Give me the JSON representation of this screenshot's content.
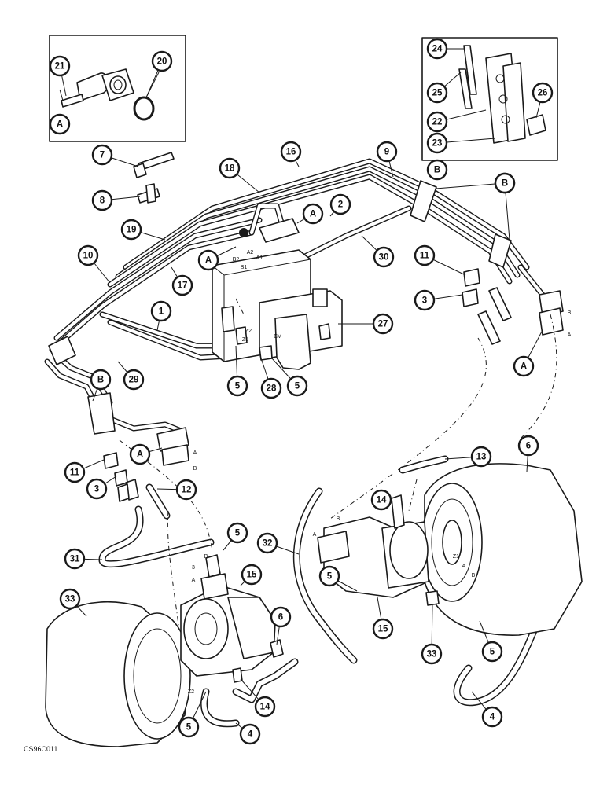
{
  "figure_code": "CS96C011",
  "inset_a": {
    "letter": "A",
    "callouts": [
      "21",
      "20"
    ]
  },
  "inset_b": {
    "letter": "B",
    "callouts": [
      "24",
      "25",
      "22",
      "23",
      "26"
    ]
  },
  "callouts": [
    "7",
    "8",
    "16",
    "18",
    "9",
    "2",
    "30",
    "19",
    "10",
    "17",
    "11",
    "3",
    "1",
    "27",
    "29",
    "5",
    "28",
    "5",
    "6",
    "13",
    "12",
    "11",
    "3",
    "14",
    "31",
    "5",
    "32",
    "15",
    "5",
    "15",
    "33",
    "6",
    "33",
    "14",
    "5",
    "4",
    "5",
    "4"
  ],
  "letter_callouts": [
    "A",
    "A",
    "B",
    "A",
    "B",
    "A",
    "B"
  ],
  "part_labels": [
    "B2",
    "A2",
    "B1",
    "A1",
    "Z2",
    "Z1",
    "CV",
    "B",
    "A",
    "A",
    "B",
    "B",
    "A",
    "Z1",
    "A",
    "B",
    "Z2",
    "3",
    "B",
    "A"
  ],
  "icons": [
    "hydraulic-line",
    "control-valve-block",
    "travel-motor",
    "final-drive-hub",
    "flange-clamp",
    "o-ring",
    "tube-clamp",
    "hose"
  ]
}
